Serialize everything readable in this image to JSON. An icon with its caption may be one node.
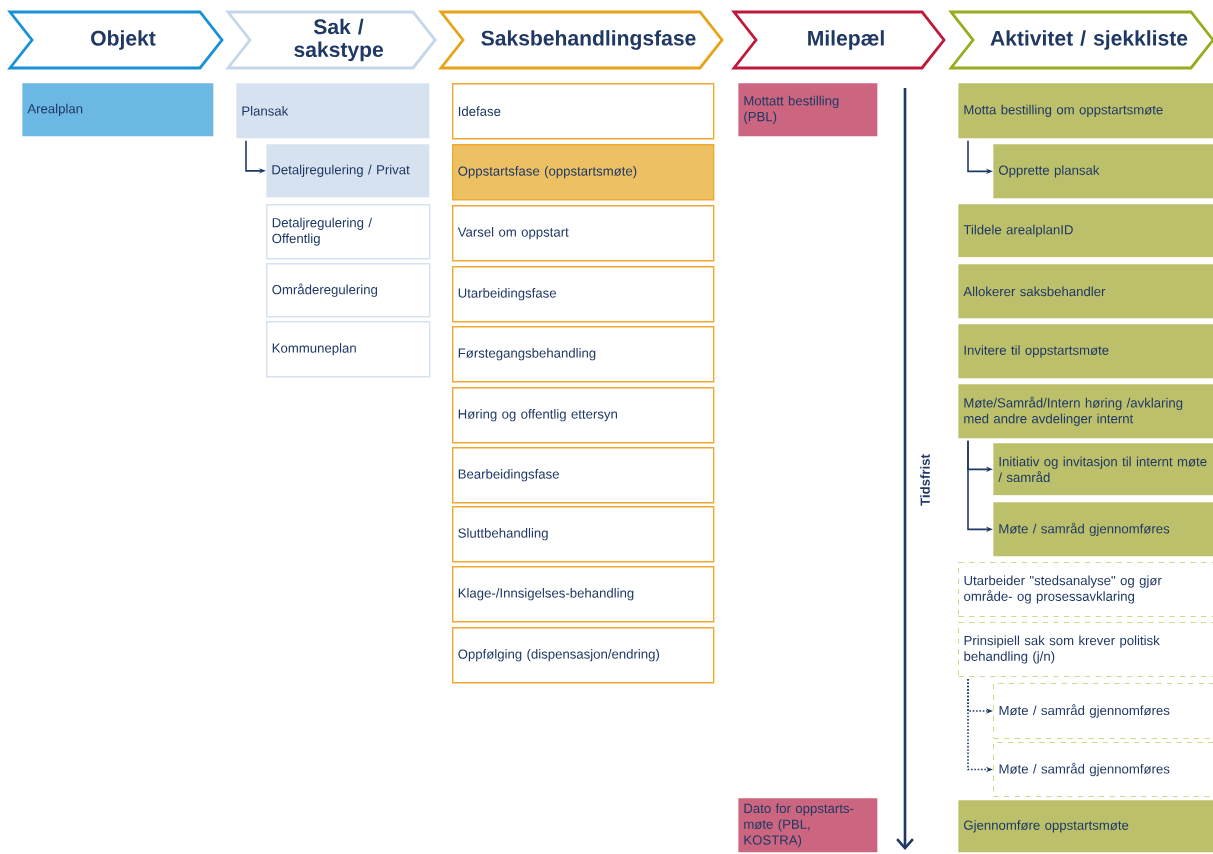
{
  "diagram": {
    "nodes": [
      {
        "text": [
          "Objekt"
        ]
      },
      {
        "text": [
          "Sak / sakstype"
        ]
      },
      {
        "text": [
          "Saksbehandlingsfase"
        ]
      },
      {
        "text": [
          "Milepæl"
        ]
      },
      {
        "text": [
          "Aktivitet / sjekkliste"
        ]
      },
      {
        "text": [
          "Arealplan"
        ]
      },
      {
        "text": [
          "Plansak"
        ]
      },
      {
        "text": [
          "Detaljregulering / Privat"
        ]
      },
      {
        "text": [
          "Detaljregulering / Offentlig"
        ]
      },
      {
        "text": [
          "Områderegulering"
        ]
      },
      {
        "text": [
          "Kommuneplan"
        ]
      },
      {
        "text": [
          "Idefase"
        ]
      },
      {
        "text": [
          "Oppstartsfase (oppstartsmøte)"
        ]
      },
      {
        "text": [
          "Varsel om oppstart"
        ]
      },
      {
        "text": [
          "Utarbeidingsfase"
        ]
      },
      {
        "text": [
          "Førstegangsbehandling"
        ]
      },
      {
        "text": [
          "Høring og offentlig ettersyn"
        ]
      },
      {
        "text": [
          "Bearbeidingsfase"
        ]
      },
      {
        "text": [
          "Sluttbehandling"
        ]
      },
      {
        "text": [
          "Klage-/Innsigelses-behandling"
        ]
      },
      {
        "text": [
          "Oppfølging (dispensasjon/endring)"
        ]
      },
      {
        "text": [
          "Mottatt bestilling (PBL)"
        ]
      },
      {
        "text": [
          "Dato for oppstarts-møte (PBL, KOSTRA)"
        ]
      },
      {
        "text": [
          "Motta bestilling om oppstartsmøte"
        ]
      },
      {
        "text": [
          "Opprette plansak"
        ]
      },
      {
        "text": [
          "Tildele arealplanID"
        ]
      },
      {
        "text": [
          "Allokerer saksbehandler"
        ]
      },
      {
        "text": [
          "Invitere til oppstartsmøte"
        ]
      },
      {
        "text": [
          "Møte/Samråd/Intern høring /avklaring med andre avdelinger internt"
        ]
      },
      {
        "text": [
          "Initiativ og invitasjon til internt møte / samråd"
        ]
      },
      {
        "text": [
          "Møte / samråd gjennomføres"
        ]
      },
      {
        "text": [
          "Utarbeider \"stedsanalyse\" og gjør område- og prosessavklaring"
        ]
      },
      {
        "text": [
          "Prinsipiell sak som krever politisk behandling (j/n)"
        ]
      },
      {
        "text": [
          "Møte / samråd gjennomføres"
        ]
      },
      {
        "text": [
          "Møte / samråd gjennomføres"
        ]
      },
      {
        "text": [
          "Gjennomføre oppstartsmøte"
        ]
      }
    ],
    "edges": [
      {
        "from": 6,
        "to": 7,
        "arrow": "to"
      },
      {
        "from": 23,
        "to": 24,
        "arrow": "to"
      },
      {
        "from": 28,
        "to": 29,
        "arrow": "to"
      },
      {
        "from": 28,
        "to": 30,
        "arrow": "to"
      },
      {
        "from": 32,
        "to": 33,
        "arrow": "to",
        "style": "dashed"
      },
      {
        "from": 32,
        "to": 34,
        "arrow": "to",
        "style": "dashed"
      }
    ],
    "labels": [
      "Tidsfrist"
    ]
  }
}
